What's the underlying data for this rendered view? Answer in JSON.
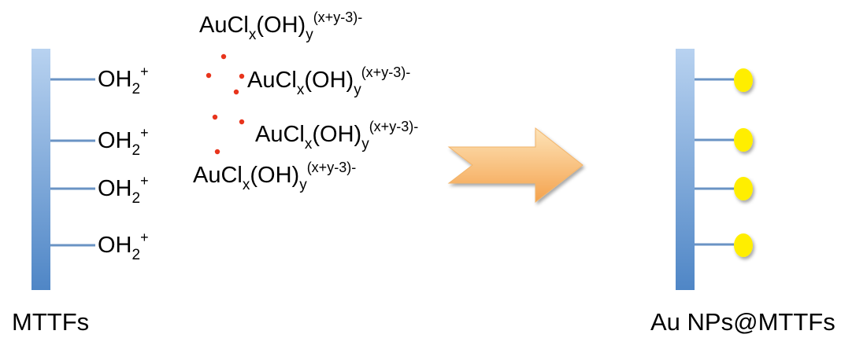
{
  "left_panel": {
    "caption": "MTTFs",
    "groups": [
      {
        "main": "OH",
        "sub": "2",
        "sup": "+"
      },
      {
        "main": "OH",
        "sub": "2",
        "sup": "+"
      },
      {
        "main": "OH",
        "sub": "2",
        "sup": "+"
      },
      {
        "main": "OH",
        "sub": "2",
        "sup": "+"
      }
    ]
  },
  "ions": [
    {
      "a": "AuCl",
      "x": "x",
      "b": "(OH)",
      "y": "y",
      "charge": "(x+y-3)-"
    },
    {
      "a": "AuCl",
      "x": "x",
      "b": "(OH)",
      "y": "y",
      "charge": "(x+y-3)-"
    },
    {
      "a": "AuCl",
      "x": "x",
      "b": "(OH)",
      "y": "y",
      "charge": "(x+y-3)-"
    },
    {
      "a": "AuCl",
      "x": "x",
      "b": "(OH)",
      "y": "y",
      "charge": "(x+y-3)-"
    }
  ],
  "right_panel": {
    "caption": "Au NPs@MTTFs"
  },
  "colors": {
    "fiber_light": "#b8d2f0",
    "fiber_dark": "#4f86c6",
    "link_line": "#6a93c4",
    "dot": "#e8341c",
    "arrow_light": "#fde3b8",
    "arrow_dark": "#f4a24d",
    "nanoparticle": "#ffee00"
  }
}
